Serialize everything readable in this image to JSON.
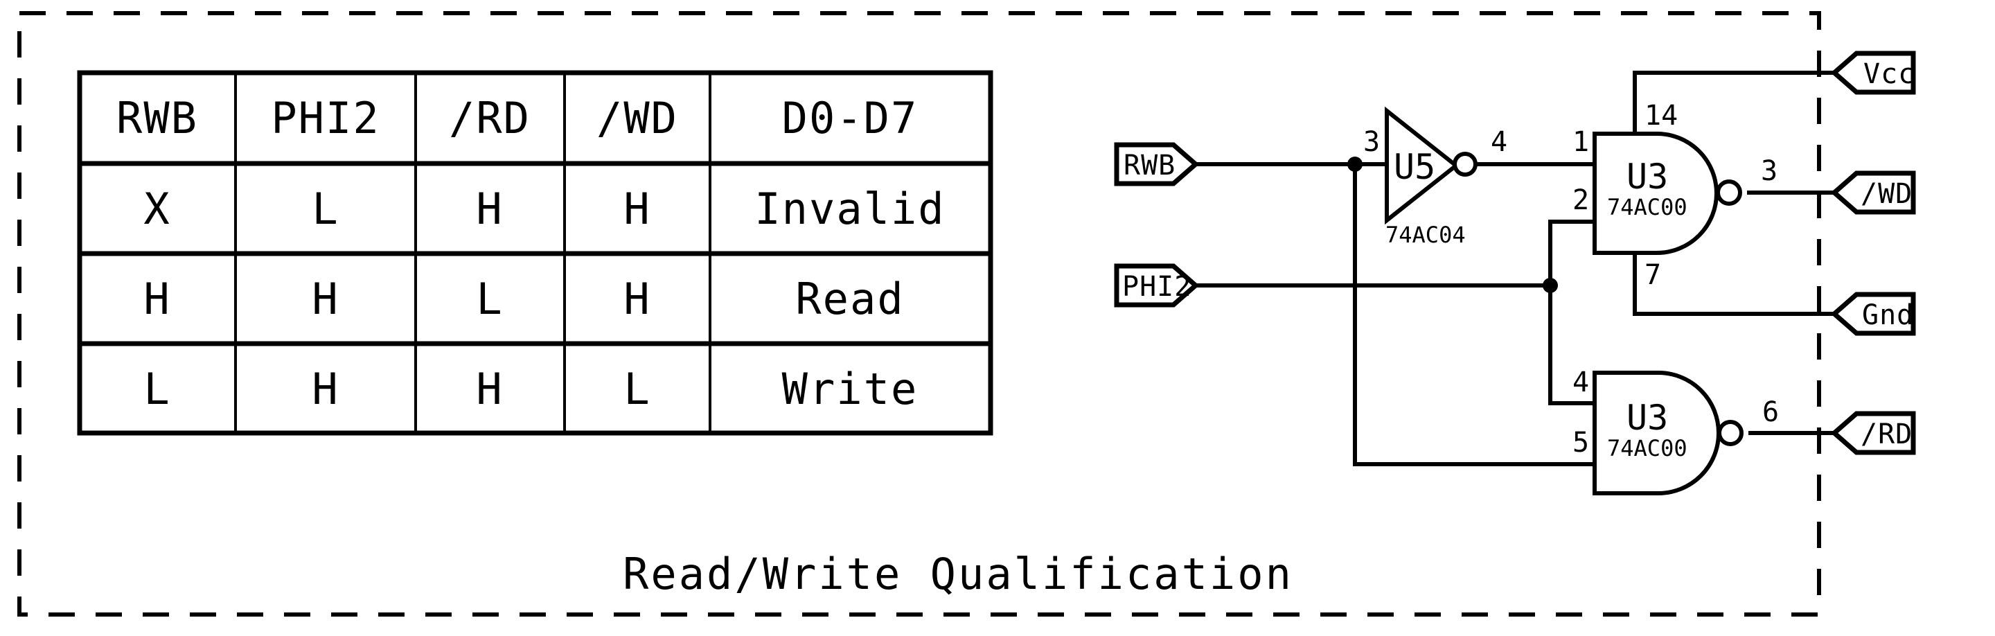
{
  "diagram": {
    "caption": "Read/Write Qualification",
    "border_style": "dashed"
  },
  "truth_table": {
    "headers": [
      "RWB",
      "PHI2",
      "/RD",
      "/WD",
      "D0-D7"
    ],
    "rows": [
      [
        "X",
        "L",
        "H",
        "H",
        "Invalid"
      ],
      [
        "H",
        "H",
        "L",
        "H",
        "Read"
      ],
      [
        "L",
        "H",
        "H",
        "L",
        "Write"
      ]
    ]
  },
  "circuit": {
    "input_ports": [
      {
        "label": "RWB"
      },
      {
        "label": "PHI2"
      }
    ],
    "output_ports": [
      {
        "label": "Vcc"
      },
      {
        "label": "/WD"
      },
      {
        "label": "Gnd"
      },
      {
        "label": "/RD"
      }
    ],
    "components": [
      {
        "ref": "U5",
        "part": "74AC04",
        "type": "inverter",
        "pins": {
          "input": "3",
          "output": "4"
        }
      },
      {
        "ref": "U3",
        "part": "74AC00",
        "type": "nand",
        "pins": {
          "in_a": "1",
          "in_b": "2",
          "output": "3",
          "vcc": "14",
          "gnd": "7"
        }
      },
      {
        "ref": "U3",
        "part": "74AC00",
        "type": "nand",
        "pins": {
          "in_a": "4",
          "in_b": "5",
          "output": "6"
        }
      }
    ]
  },
  "colors": {
    "ink": "#000000",
    "paper": "#ffffff"
  }
}
